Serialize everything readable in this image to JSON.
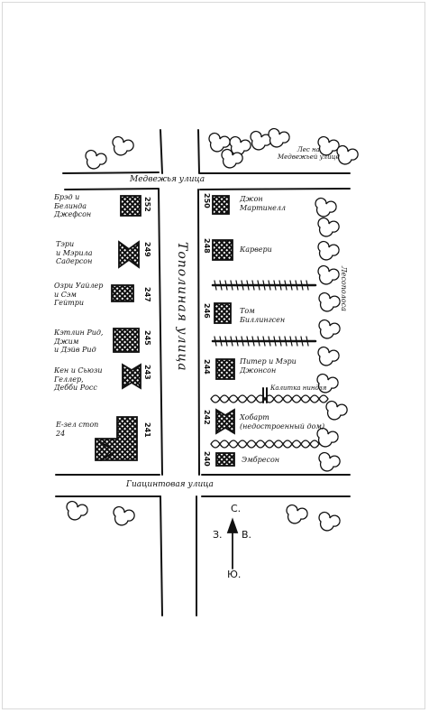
{
  "streets": {
    "top": "Медвежья улица",
    "main": "Тополиная улица",
    "bottom": "Гиацинтовая улица",
    "right_side": "Лесополоса"
  },
  "forest_label": "Лес на\nМедвежьей улице",
  "left_houses": [
    {
      "num": "252",
      "owners": "Брэд и\nБелинда\nДжефсон"
    },
    {
      "num": "249",
      "owners": "Тэри\nи Мэрила\nСадерсон"
    },
    {
      "num": "247",
      "owners": "Озри Уайлер\nи Сэм\nГейтри"
    },
    {
      "num": "245",
      "owners": "Кэтлин Рид,\nДжим\nи Дэйв Рид"
    },
    {
      "num": "243",
      "owners": "Кен и Сьюзи\nГеллер,\nДебби Росс"
    },
    {
      "num": "241",
      "owners": "Е-зел стоп\n24"
    }
  ],
  "right_houses": [
    {
      "num": "250",
      "owners": "Джон\nМартинелл"
    },
    {
      "num": "248",
      "owners": "Карвери"
    },
    {
      "num": "246",
      "owners": "Том\nБиллингсен"
    },
    {
      "num": "244",
      "owners": "Питер и Мэри\nДжонсон"
    },
    {
      "num": "242",
      "owners": "Хобарт\n(недостроенный дом)"
    },
    {
      "num": "240",
      "owners": "Эмбресон"
    }
  ],
  "gate_label": "Калитка ниндзя",
  "compass": {
    "north": "С.",
    "south": "Ю.",
    "west": "З.",
    "east": "В."
  }
}
